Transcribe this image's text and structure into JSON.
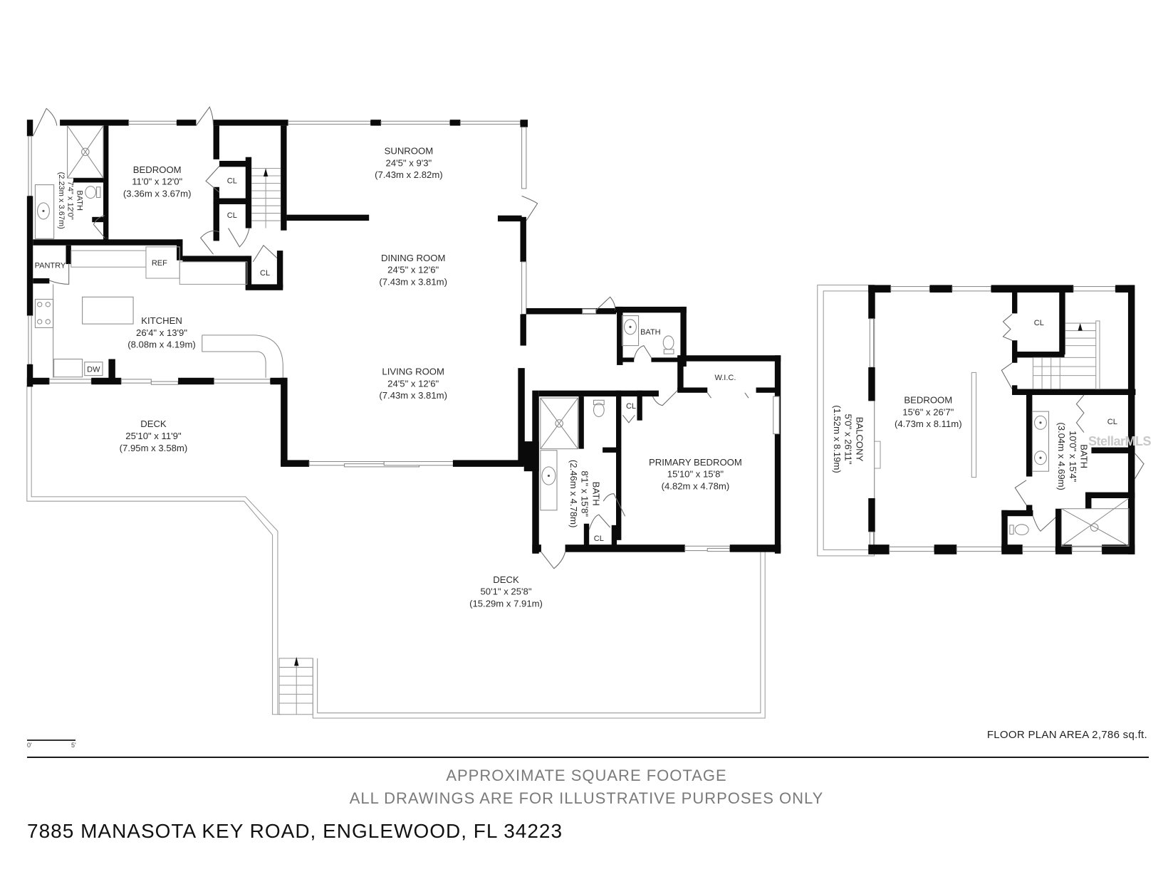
{
  "document": {
    "type": "floor plan",
    "watermark": "StellarMLS"
  },
  "rooms": {
    "bedroom_main": {
      "name": "BEDROOM",
      "dims_ft": "11'0\" x 12'0\"",
      "dims_m": "(3.36m x 3.67m)"
    },
    "bath_left": {
      "name": "BATH",
      "dims_ft": "7'4\" x 12'0\"",
      "dims_m": "(2.23m x 3.67m)"
    },
    "closet_1": {
      "name": "CL"
    },
    "closet_2": {
      "name": "CL"
    },
    "closet_3": {
      "name": "CL"
    },
    "sunroom": {
      "name": "SUNROOM",
      "dims_ft": "24'5\" x 9'3\"",
      "dims_m": "(7.43m x 2.82m)"
    },
    "dining": {
      "name": "DINING ROOM",
      "dims_ft": "24'5\" x 12'6\"",
      "dims_m": "(7.43m x 3.81m)"
    },
    "living": {
      "name": "LIVING ROOM",
      "dims_ft": "24'5\" x 12'6\"",
      "dims_m": "(7.43m x 3.81m)"
    },
    "pantry": {
      "name": "PANTRY"
    },
    "ref": {
      "name": "REF"
    },
    "dw": {
      "name": "DW"
    },
    "kitchen": {
      "name": "KITCHEN",
      "dims_ft": "26'4\" x 13'9\"",
      "dims_m": "(8.08m x 4.19m)"
    },
    "deck_small": {
      "name": "DECK",
      "dims_ft": "25'10\" x 11'9\"",
      "dims_m": "(7.95m x 3.58m)"
    },
    "deck_large": {
      "name": "DECK",
      "dims_ft": "50'1\" x 25'8\"",
      "dims_m": "(15.29m x 7.91m)"
    },
    "half_bath": {
      "name": "BATH"
    },
    "wic": {
      "name": "W.I.C."
    },
    "closet_primary": {
      "name": "CL"
    },
    "closet_primary_bath": {
      "name": "CL"
    },
    "primary_bath": {
      "name": "BATH",
      "dims_ft": "8'1\" x 15'8\"",
      "dims_m": "(2.46m x 4.78m)"
    },
    "primary_bedroom": {
      "name": "PRIMARY BEDROOM",
      "dims_ft": "15'10\" x 15'8\"",
      "dims_m": "(4.82m x 4.78m)"
    },
    "balcony": {
      "name": "BALCONY",
      "dims_ft": "5'0\" x 26'11\"",
      "dims_m": "(1.52m x 8.19m)"
    },
    "upper_bedroom": {
      "name": "BEDROOM",
      "dims_ft": "15'6\" x 26'7\"",
      "dims_m": "(4.73m x 8.11m)"
    },
    "upper_closet": {
      "name": "CL"
    },
    "upper_bath_closet": {
      "name": "CL"
    },
    "upper_bath": {
      "name": "BATH",
      "dims_ft": "10'0\" x 15'4\"",
      "dims_m": "(3.04m x 4.69m)"
    }
  },
  "scale_bar": {
    "start": "0'",
    "end": "5'"
  },
  "footer": {
    "area": "FLOOR PLAN AREA 2,786 sq.ft.",
    "disclaimer_1": "APPROXIMATE SQUARE FOOTAGE",
    "disclaimer_2": "ALL DRAWINGS ARE FOR ILLUSTRATIVE PURPOSES ONLY",
    "address": "7885 MANASOTA KEY ROAD, ENGLEWOOD, FL 34223"
  }
}
